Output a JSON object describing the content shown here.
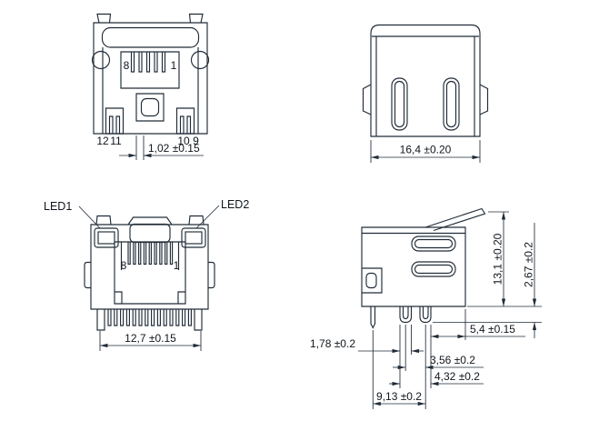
{
  "views": {
    "front_top": {
      "pin_8": "8",
      "pin_1": "1",
      "pin_12": "12",
      "pin_11": "11",
      "pin_10": "10",
      "pin_9": "9",
      "dim_contact_pitch": "1,02 ±0.15"
    },
    "side_top": {
      "dim_body_width": "16,4 ±0.20"
    },
    "front_bottom": {
      "led1_label": "LED1",
      "led2_label": "LED2",
      "pin_8": "8",
      "pin_1": "1",
      "dim_body_width": "12,7 ±0.15"
    },
    "side_bottom": {
      "dim_body_height": "13,1 ±0.20",
      "dim_pin_protrusion": "2,67 ±0.2",
      "dim_pin_to_edge": "5,4 ±0.15",
      "dim_pin_width": "1,78 ±0.2",
      "dim_pin_pitch": "3,56 ±0.2",
      "dim_pin_span": "4,32 ±0.2",
      "dim_pin_row_span": "9,13 ±0.2"
    }
  },
  "colors": {
    "line": "#202c38",
    "text": "#10161c",
    "background": "#ffffff"
  }
}
